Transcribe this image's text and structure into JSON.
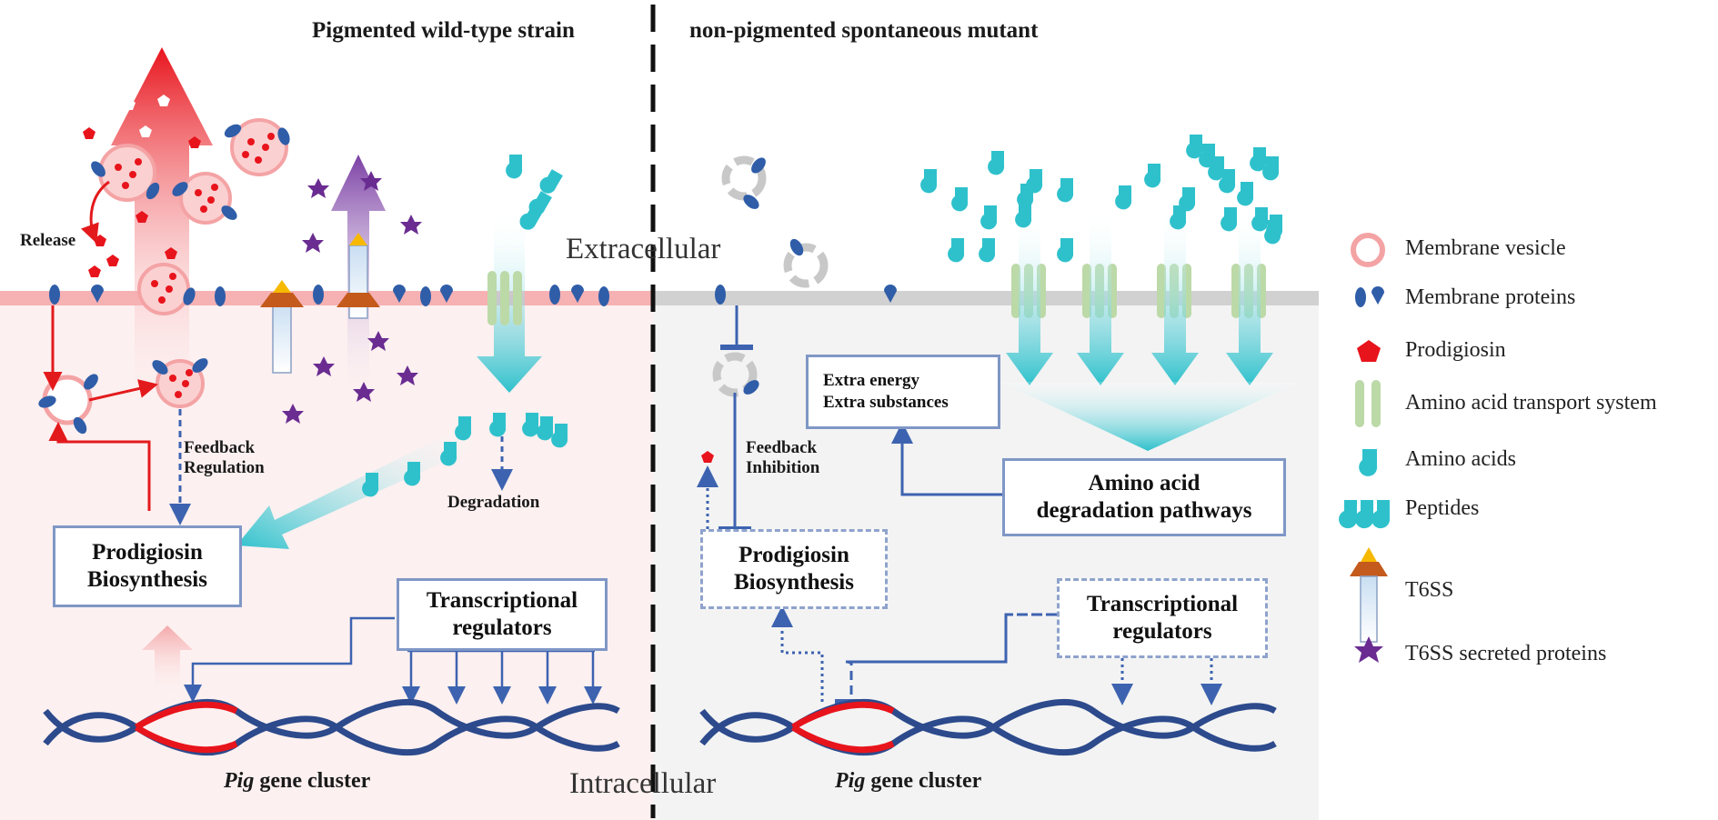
{
  "titles": {
    "left_panel": "Pigmented wild-type strain",
    "right_panel": "non-pigmented spontaneous mutant"
  },
  "regions": {
    "extracellular": "Extracellular",
    "intracellular": "Intracellular"
  },
  "left_panel": {
    "release": "Release",
    "feedback_regulation_1": "Feedback",
    "feedback_regulation_2": "Regulation",
    "degradation": "Degradation",
    "prodigiosin_biosynthesis_1": "Prodigiosin",
    "prodigiosin_biosynthesis_2": "Biosynthesis",
    "transcriptional_regulators_1": "Transcriptional",
    "transcriptional_regulators_2": "regulators",
    "gene_cluster_italic": "Pig",
    "gene_cluster_rest": " gene cluster"
  },
  "right_panel": {
    "extra_energy": "Extra energy",
    "extra_substances": "Extra substances",
    "feedback_inhibition_1": "Feedback",
    "feedback_inhibition_2": "Inhibition",
    "degradation_pathways_1": "Amino acid",
    "degradation_pathways_2": "degradation pathways",
    "prodigiosin_biosynthesis_1": "Prodigiosin",
    "prodigiosin_biosynthesis_2": "Biosynthesis",
    "transcriptional_regulators_1": "Transcriptional",
    "transcriptional_regulators_2": "regulators",
    "gene_cluster_italic": "Pig",
    "gene_cluster_rest": " gene cluster"
  },
  "legend": [
    {
      "label": "Membrane vesicle",
      "icon": "membrane-vesicle-icon"
    },
    {
      "label": "Membrane proteins",
      "icon": "membrane-proteins-icon"
    },
    {
      "label": "Prodigiosin",
      "icon": "prodigiosin-icon"
    },
    {
      "label": "Amino acid transport system",
      "icon": "transport-system-icon"
    },
    {
      "label": "Amino acids",
      "icon": "amino-acid-icon"
    },
    {
      "label": "Peptides",
      "icon": "peptides-icon"
    },
    {
      "label": "T6SS",
      "icon": "t6ss-icon"
    },
    {
      "label": "T6SS secreted proteins",
      "icon": "t6ss-secreted-protein-icon"
    }
  ],
  "colors": {
    "prodigiosin": "#e8141c",
    "membrane_pigmented": "#f6b1b3",
    "membrane_mutant": "#cfcfcf",
    "protein": "#2f5da8",
    "amino_acid": "#2ec1cc",
    "transport": "#bcd9a8",
    "t6ss_protein": "#6a2c91",
    "dna": "#2c4a8c",
    "box_border": "#7f97c6"
  }
}
